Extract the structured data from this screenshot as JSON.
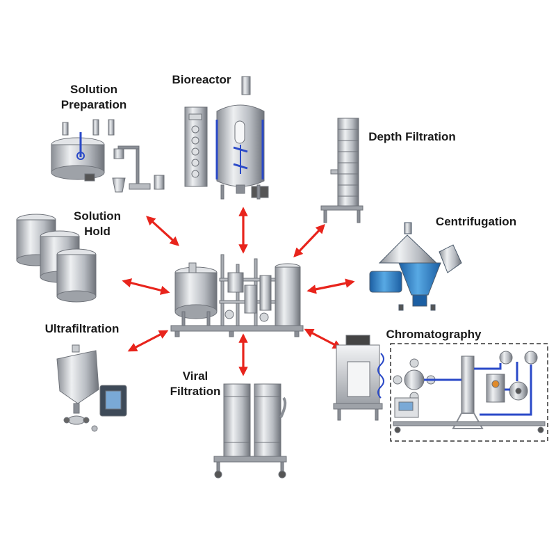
{
  "colors": {
    "arrow": "#e8241c",
    "steel_light": "#e9eaec",
    "steel_mid": "#b9bcc1",
    "steel_dark": "#7c8087",
    "accent_blue": "#2a49c8",
    "motor_blue": "#2e86c9",
    "label": "#1a1a1a"
  },
  "labels": {
    "solution_preparation": [
      "Solution",
      "Preparation"
    ],
    "bioreactor": [
      "Bioreactor"
    ],
    "depth_filtration": [
      "Depth Filtration"
    ],
    "solution_hold": [
      "Solution",
      "Hold"
    ],
    "centrifugation": [
      "Centrifugation"
    ],
    "ultrafiltration": [
      "Ultrafiltration"
    ],
    "chromatography": [
      "Chromatography"
    ],
    "viral_filtration": [
      "Viral",
      "Filtration"
    ]
  },
  "icons": {
    "central_unit": "process-skid-icon",
    "solution_preparation": "mixing-tank-icon",
    "bioreactor": "bioreactor-vessel-icon",
    "depth_filtration": "depth-filter-column-icon",
    "solution_hold": "hold-tanks-icon",
    "centrifugation": "centrifuge-icon",
    "ultrafiltration": "ultrafiltration-unit-icon",
    "chromatography": "chromatography-skid-icon",
    "viral_filtration": "viral-filter-cart-icon"
  }
}
